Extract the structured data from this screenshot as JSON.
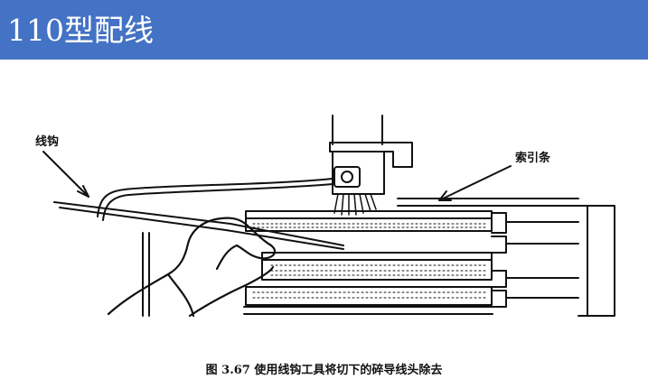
{
  "slide": {
    "title": "110型配线"
  },
  "figure": {
    "label_hook": "线钩",
    "label_index_strip": "索引条",
    "caption": "图 3.67   使用线钩工具将切下的碎导线头除去"
  },
  "colors": {
    "header_bar": "#4472c4",
    "title_text": "#ffffff",
    "line_art": "#111111"
  }
}
